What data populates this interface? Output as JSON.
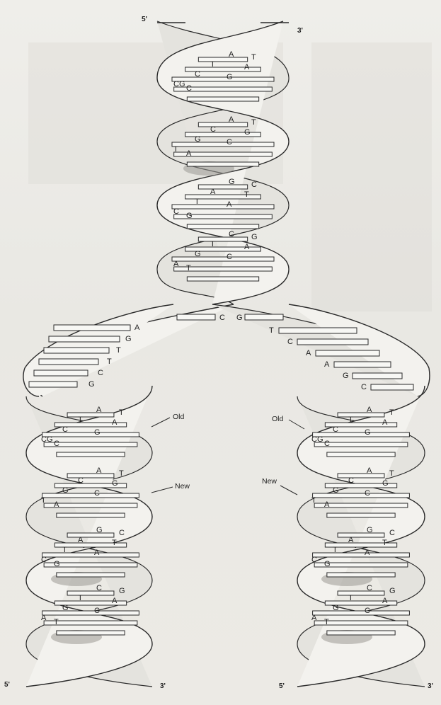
{
  "ends": {
    "top_left": "5'",
    "top_right": "3'",
    "bottom_left_outer": "5'",
    "bottom_left_inner": "3'",
    "bottom_right_inner": "5'",
    "bottom_right_outer": "3'"
  },
  "labels": {
    "old": "Old",
    "new": "New"
  },
  "helix_turn_pairs": [
    [
      "A",
      "T",
      "T",
      "A",
      "C",
      "G",
      "CG",
      "C"
    ],
    [
      "A",
      "T",
      "C",
      "G",
      "G",
      "C",
      "T",
      "A"
    ],
    [
      "G",
      "C",
      "A",
      "T",
      "T",
      "A",
      "C",
      "G"
    ],
    [
      "C",
      "G",
      "T",
      "A",
      "G",
      "C",
      "A",
      "T"
    ]
  ],
  "fork": {
    "center_pair": [
      "C",
      "G"
    ],
    "left_strand_bases": [
      "A",
      "G",
      "T",
      "T",
      "C",
      "G"
    ],
    "right_strand_bases": [
      "T",
      "C",
      "A",
      "A",
      "G",
      "C"
    ]
  }
}
